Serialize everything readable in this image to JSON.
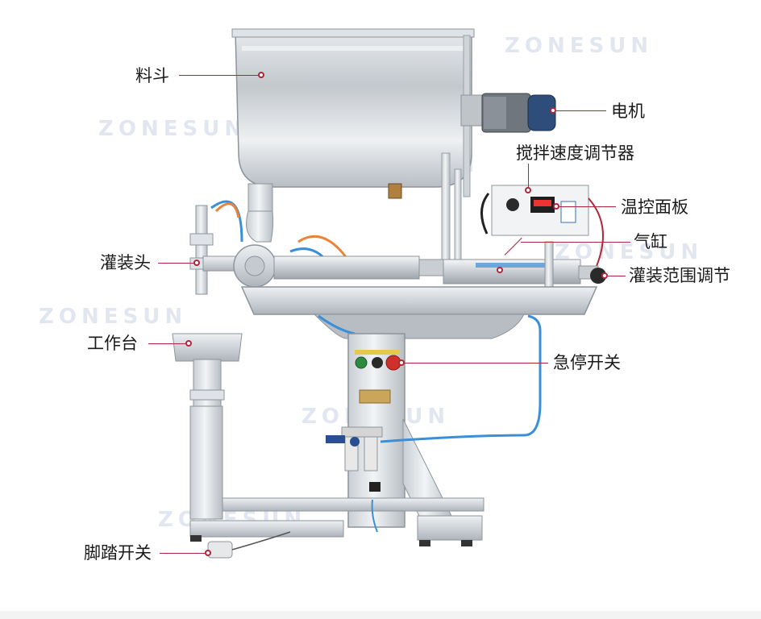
{
  "labels": {
    "hopper": "料斗",
    "motor": "电机",
    "stir_speed": "搅拌速度调节器",
    "temp_panel": "温控面板",
    "cylinder": "气缸",
    "fill_range": "灌装范围调节",
    "fill_head": "灌装头",
    "workbench": "工作台",
    "estop": "急停开关",
    "foot_switch": "脚踏开关"
  },
  "watermark": "ZONESUN",
  "colors": {
    "callout_line": "#b0263a",
    "steel": "#d9dde2",
    "steel_dark": "#9aa1a8",
    "air_tube": "#3a8fd8",
    "orange_tube": "#e9843a",
    "estop_red": "#d0302a",
    "green_button": "#2d8a3e"
  }
}
